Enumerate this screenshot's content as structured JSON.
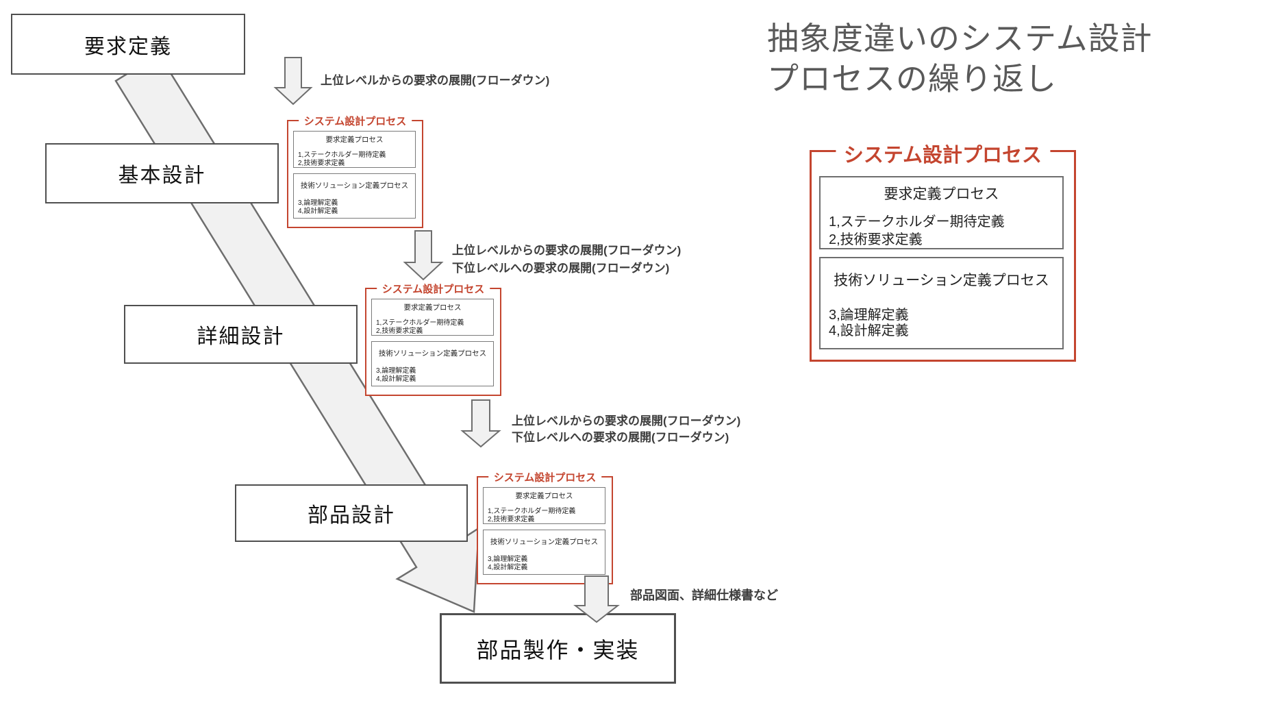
{
  "heading": {
    "line1": "抽象度違いのシステム設計",
    "line2": "プロセスの繰り返し"
  },
  "cascade": {
    "stage1": "要求定義",
    "stage2": "基本設計",
    "stage3": "詳細設計",
    "stage4": "部品設計",
    "stage5": "部品製作・実装"
  },
  "process_box": {
    "title": "システム設計プロセス",
    "requirements": {
      "header": "要求定義プロセス",
      "items": [
        "1,ステークホルダー期待定義",
        "2,技術要求定義"
      ]
    },
    "solution": {
      "header": "技術ソリューション定義プロセス",
      "items": [
        "3,論理解定義",
        "4,設計解定義"
      ]
    }
  },
  "flow_labels": {
    "flowdown_top": "上位レベルからの要求の展開(フローダウン)",
    "flowdown_pair_up": "上位レベルからの要求の展開(フローダウン)",
    "flowdown_pair_down": "下位レベルへの要求の展開(フローダウン)",
    "output_note": "部品図面、詳細仕様書など"
  },
  "colors": {
    "accent_red": "#c4452f",
    "box_border": "#4f4f4f",
    "inner_border": "#7a7a7a",
    "arrow_fill": "#f1f1f1",
    "arrow_stroke": "#6e6e6e",
    "heading_gray": "#595959",
    "label_gray": "#3d3d3d"
  }
}
